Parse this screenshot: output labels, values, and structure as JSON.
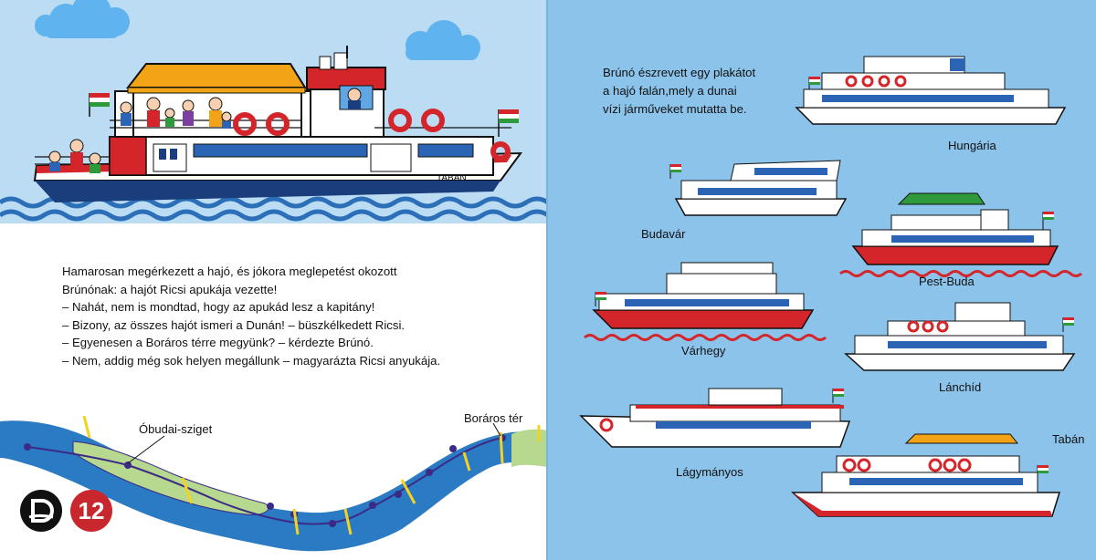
{
  "left_page": {
    "boat_name": "TABÁN",
    "story_lines": [
      "Hamarosan megérkezett a hajó, és jókora meglepetést okozott",
      "Brúnónak: a hajót Ricsi apukája vezette!",
      "– Nahát, nem is mondtad, hogy az apukád lesz a kapitány!",
      "– Bizony, az összes hajót ismeri a Dunán! – büszkélkedett Ricsi.",
      "– Egyenesen a Boráros térre megyünk? – kérdezte Brúnó.",
      "– Nem, addig még sok helyen megállunk – magyarázta Ricsi anyukája."
    ],
    "map_labels": {
      "island": "Óbudai-sziget",
      "square": "Boráros tér"
    },
    "page_number": "12"
  },
  "right_page": {
    "intro_lines": [
      "Brúnó észrevett egy plakátot",
      "a hajó falán,mely a dunai",
      "vízi járműveket mutatta be."
    ],
    "boats": {
      "hungaria": "Hungária",
      "budavar": "Budavár",
      "pest_buda": "Pest-Buda",
      "varhegy": "Várhegy",
      "lanchid": "Lánchíd",
      "lagymanyos": "Lágymányos",
      "taban": "Tabán"
    }
  },
  "colors": {
    "sky": "#bcdcf3",
    "right_bg": "#8cc3ea",
    "water_blue": "#2a6fb7",
    "hull_red": "#d4252b",
    "window_blue": "#2c64b5",
    "awning_orange": "#f2a316",
    "awning_green": "#2f9a3c",
    "map_river": "#2b7ac4",
    "map_island": "#b6d88f",
    "route_purple": "#3b2a86",
    "stop_yellow": "#f4d21f",
    "page_number_red": "#c8272d"
  }
}
